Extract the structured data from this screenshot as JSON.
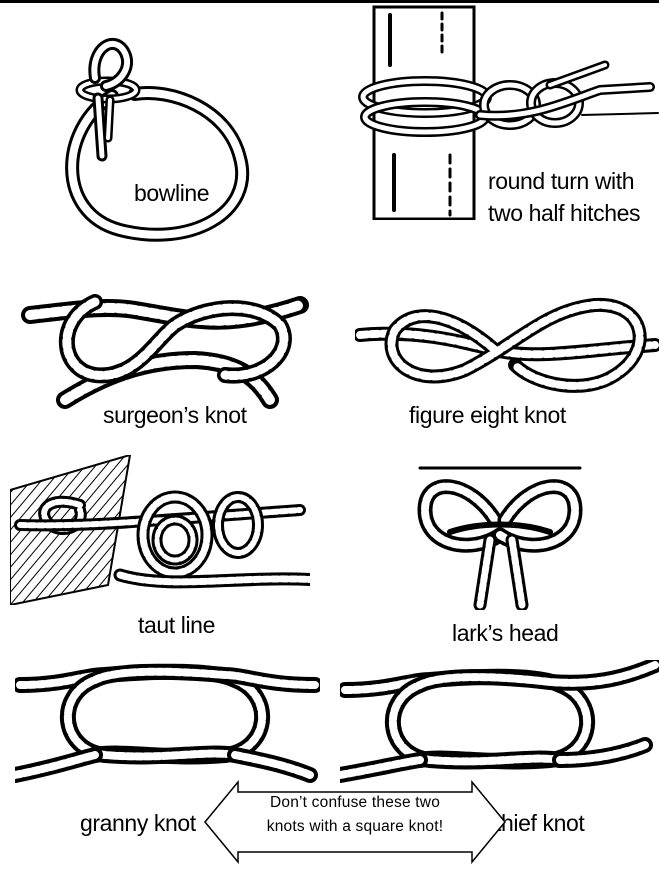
{
  "knots": [
    {
      "id": "bowline",
      "label": "bowline"
    },
    {
      "id": "round-turn",
      "label_line1": "round turn with",
      "label_line2": "two half hitches"
    },
    {
      "id": "surgeons",
      "label": "surgeon’s knot"
    },
    {
      "id": "figure-eight",
      "label": "figure eight knot"
    },
    {
      "id": "taut-line",
      "label": "taut line"
    },
    {
      "id": "larks-head",
      "label": "lark’s head"
    },
    {
      "id": "granny",
      "label": "granny knot"
    },
    {
      "id": "thief",
      "label": "thief knot"
    }
  ],
  "callout": {
    "line1": "Don’t confuse these two",
    "line2": "knots with a square knot!"
  },
  "colors": {
    "ink": "#000000",
    "paper": "#ffffff"
  }
}
